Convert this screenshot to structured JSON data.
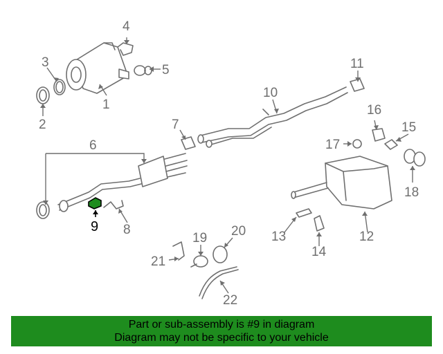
{
  "diagram": {
    "callouts": [
      "1",
      "2",
      "3",
      "4",
      "5",
      "6",
      "7",
      "8",
      "9",
      "10",
      "11",
      "12",
      "13",
      "14",
      "15",
      "16",
      "17",
      "18",
      "19",
      "20",
      "21",
      "22"
    ],
    "highlighted_part": "9",
    "highlight_color": "#1e8c1e"
  },
  "banner": {
    "line1": "Part or sub-assembly is #9 in diagram",
    "line2": "Diagram may not be specific to your vehicle",
    "background": "#1e8c1e"
  }
}
